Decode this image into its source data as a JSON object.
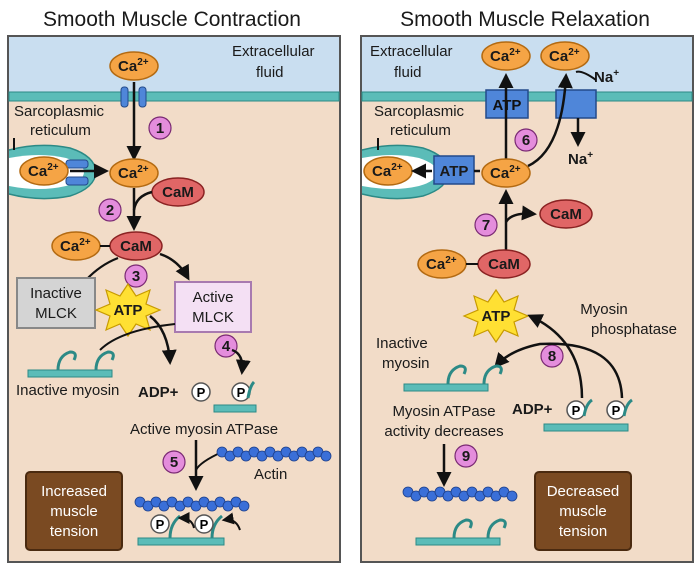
{
  "titles": {
    "contraction": "Smooth Muscle Contraction",
    "relaxation": "Smooth Muscle Relaxation"
  },
  "labels": {
    "extracellular": [
      "Extracellular",
      "fluid"
    ],
    "sarcoplasmic": [
      "Sarcoplasmic",
      "reticulum"
    ],
    "ca": "Ca",
    "ca_charge": "2+",
    "cam": "CaM",
    "atp": "ATP",
    "adp": "ADP+",
    "p": "P",
    "na": "Na",
    "na_charge": "+",
    "inactive_mlck": [
      "Inactive",
      "MLCK"
    ],
    "active_mlck": [
      "Active",
      "MLCK"
    ],
    "inactive_myosin": "Inactive myosin",
    "inactive_myosin_split": [
      "Inactive",
      "myosin"
    ],
    "active_myosin_atpase": "Active myosin ATPase",
    "actin": "Actin",
    "increased_tension": [
      "Increased",
      "muscle",
      "tension"
    ],
    "decreased_tension": [
      "Decreased",
      "muscle",
      "tension"
    ],
    "myosin_phosphatase": [
      "Myosin",
      "phosphatase"
    ],
    "atpase_decreases": [
      "Myosin ATPase",
      "activity decreases"
    ]
  },
  "steps": [
    "1",
    "2",
    "3",
    "4",
    "5",
    "6",
    "7",
    "8",
    "9"
  ],
  "colors": {
    "cytoplasm": "#f2dcc8",
    "extracellular": "#c9def0",
    "membrane": "#5bbcb8",
    "ca": "#f5a445",
    "cam": "#e06666",
    "step": "#e48ddc",
    "atp_box": "#4f86d9",
    "atp_star": "#ffe033",
    "actin": "#3a6fd8",
    "tension_box": "#7a4a22"
  }
}
